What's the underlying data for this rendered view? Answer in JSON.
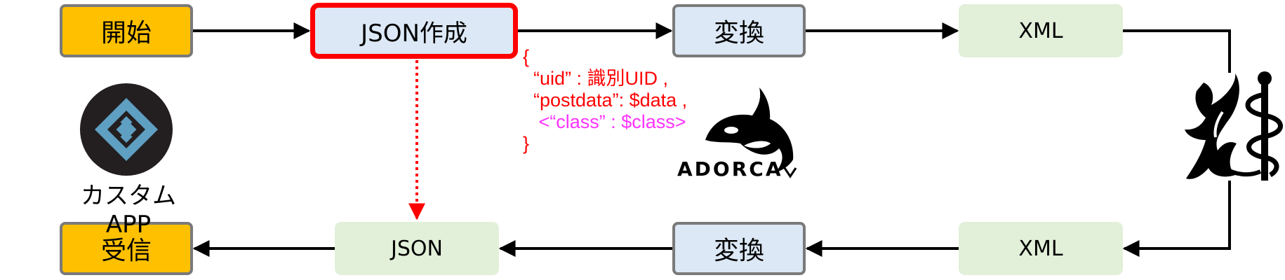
{
  "nodes": {
    "start": "開始",
    "json_create": "JSON作成",
    "convert_top": "変換",
    "xml_top": "XML",
    "xml_bottom": "XML",
    "convert_bottom": "変換",
    "json_bottom": "JSON",
    "receive": "受信"
  },
  "payload": {
    "open": "{",
    "line1": "  “uid” : 識別UID ,",
    "line2": "  “postdata”: $data ,",
    "line3": "   <“class” : $class>",
    "close": "}"
  },
  "app": {
    "label": "カスタムAPP",
    "icon": "filemaker-app-icon"
  },
  "adorca": {
    "wordmark": "ADORCA",
    "icon": "orca-logo-icon"
  },
  "medical_logo": {
    "icon": "orca-caduceus-logo-icon"
  },
  "colors": {
    "start_fill": "#ffc000",
    "process_fill": "#dce8f5",
    "highlight_border": "#ff0000",
    "data_fill": "#e2efd9",
    "payload_text": "#ff0000",
    "optional_text": "#ff33ff"
  }
}
